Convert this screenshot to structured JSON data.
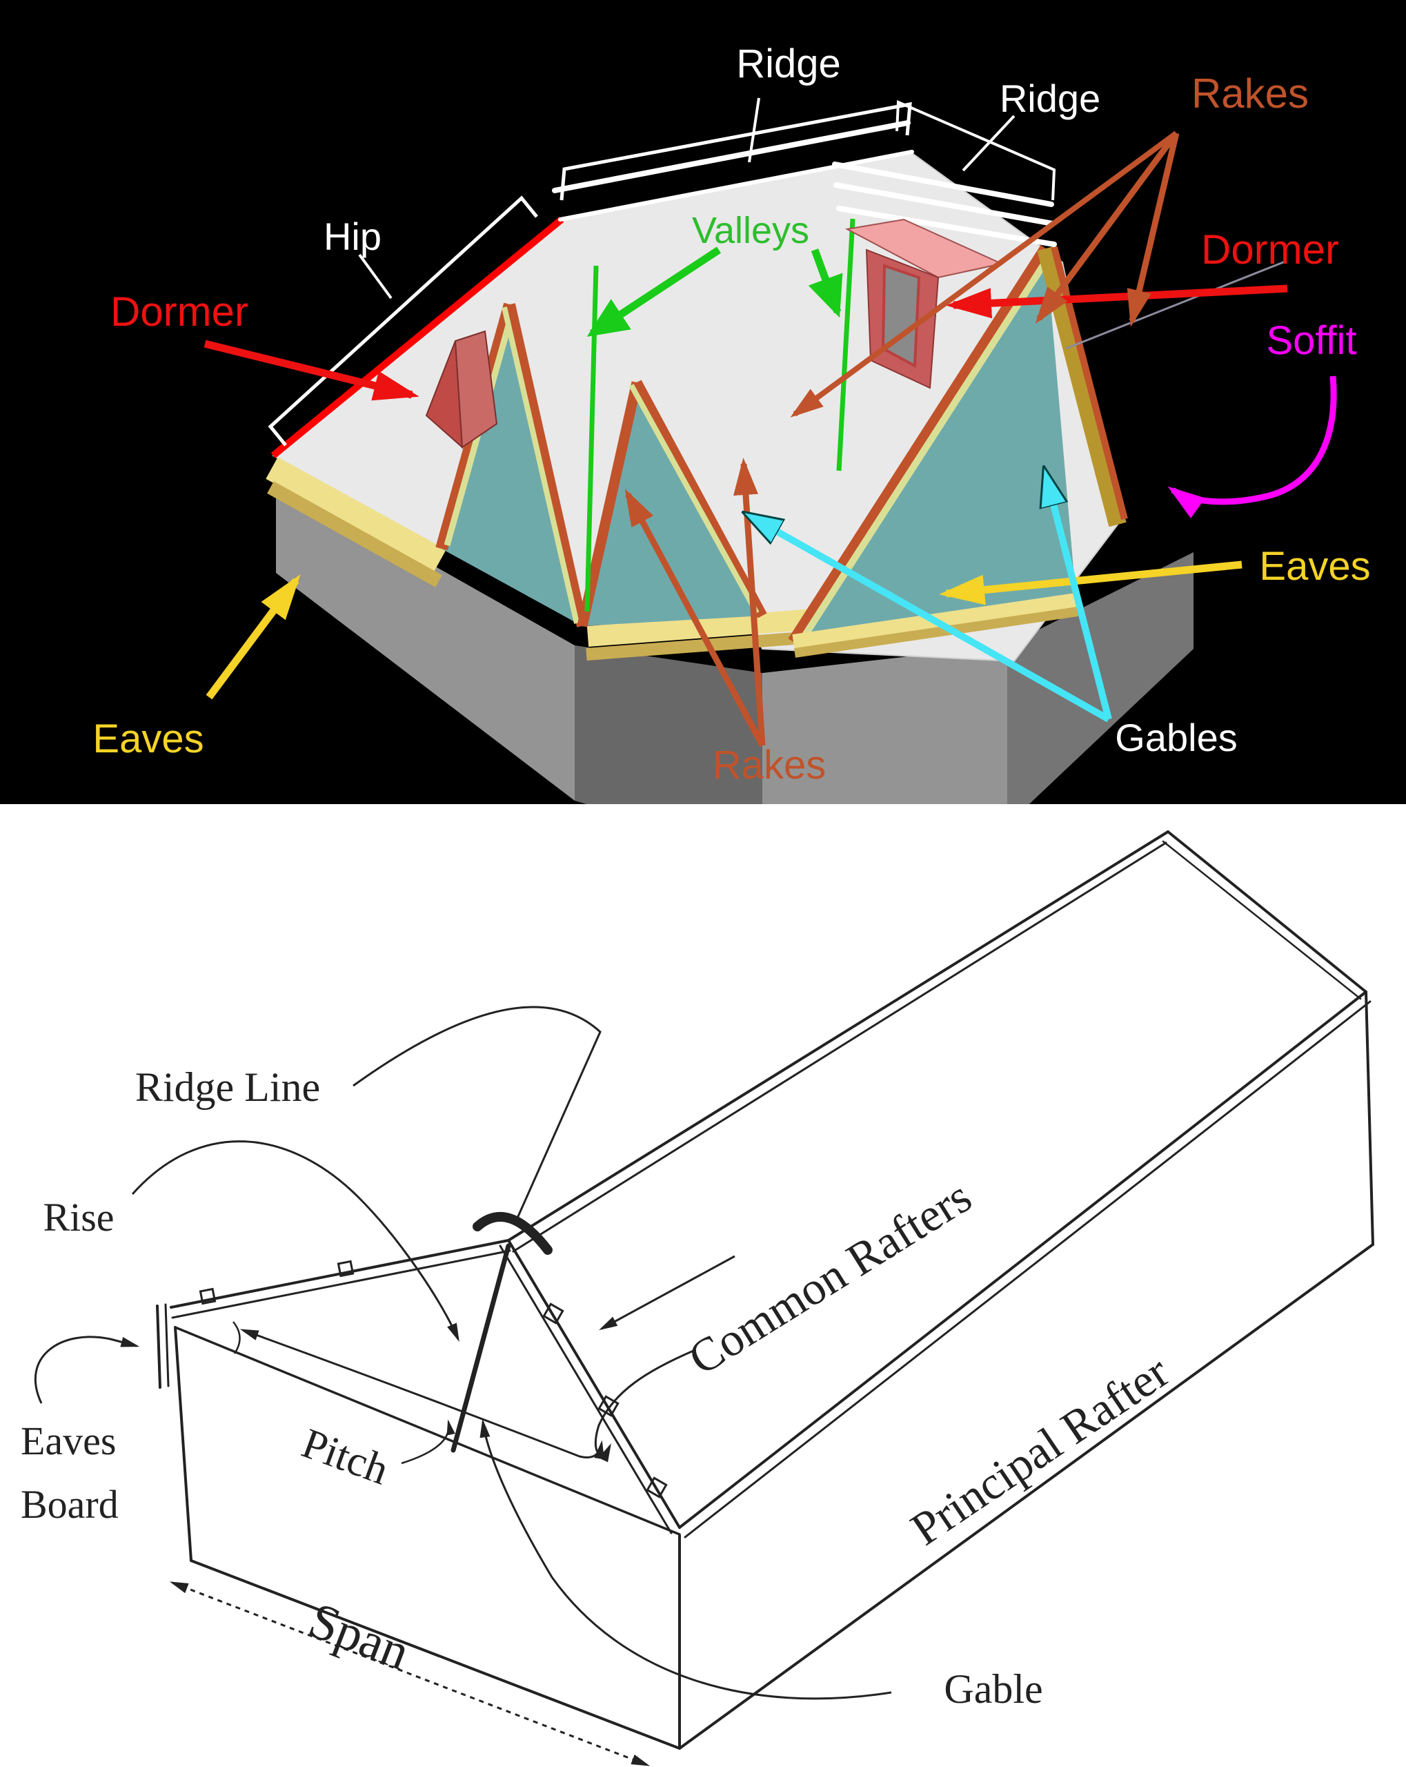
{
  "top_diagram": {
    "background": "#000000",
    "labels": {
      "ridge_main": "Ridge",
      "ridge_wing": "Ridge",
      "hip": "Hip",
      "dormer_left": "Dormer",
      "dormer_right": "Dormer",
      "valleys": "Valleys",
      "rakes_upper": "Rakes",
      "rakes_lower": "Rakes",
      "soffit": "Soffit",
      "eaves_left": "Eaves",
      "eaves_right": "Eaves",
      "gables": "Gables"
    },
    "colors": {
      "white_label": "#FFFFFF",
      "red_label": "#EE1111",
      "green_label": "#2DBE2D",
      "orange_label": "#C0532B",
      "yellow_label": "#F5D327",
      "magenta_label": "#FF00FF",
      "cyan_arrow": "#45E5F5",
      "hip_edge": "#FF0000",
      "valley_line": "#19CC19",
      "rake_edge": "#C0532B",
      "eave_band": "#EFE08C",
      "gable_wall": "#6FAAAB",
      "roof_surface": "#E9E9E9"
    }
  },
  "bottom_diagram": {
    "background": "#FFFFFF",
    "ink": "#222222",
    "labels": {
      "ridge_line": "Ridge Line",
      "rise": "Rise",
      "eaves_board_line1": "Eaves",
      "eaves_board_line2": "Board",
      "pitch": "Pitch",
      "span": "Span",
      "gable": "Gable",
      "common_rafters": "Common Rafters",
      "principal_rafter": "Principal Rafter"
    }
  }
}
